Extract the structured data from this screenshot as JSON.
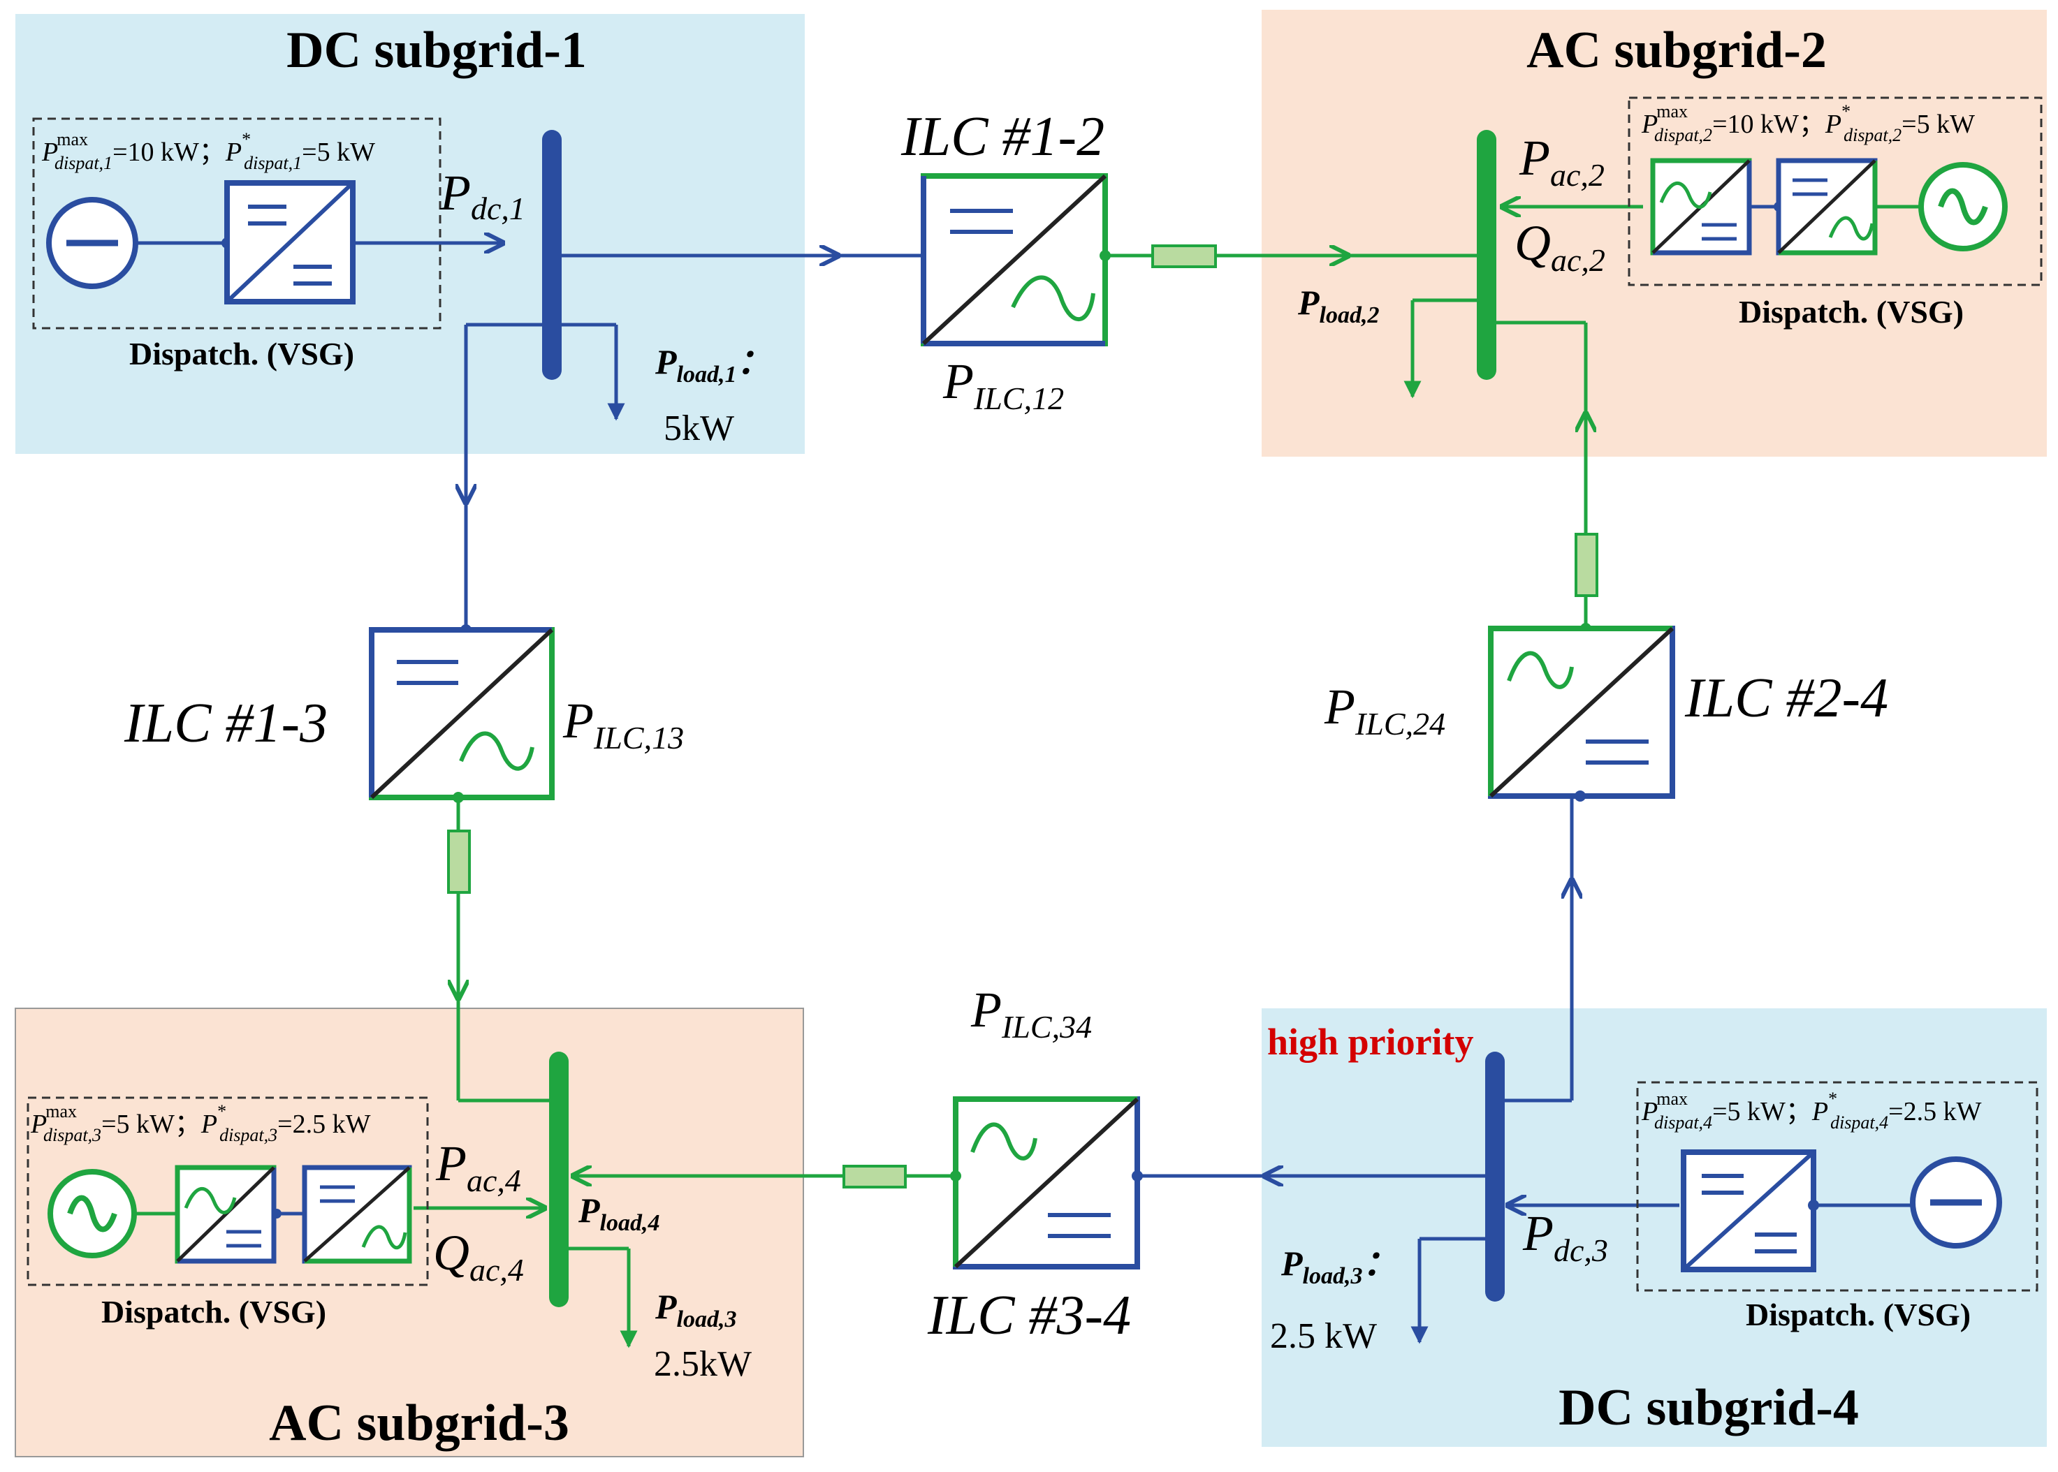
{
  "subgrids": {
    "sg1": {
      "title": "DC subgrid-1",
      "bg": "#d4ecf4"
    },
    "sg2": {
      "title": "AC subgrid-2",
      "bg": "#fbe3d3"
    },
    "sg3": {
      "title": "AC subgrid-3",
      "bg": "#fbe3d3"
    },
    "sg4": {
      "title": "DC subgrid-4",
      "bg": "#d4ecf4"
    }
  },
  "ilc": {
    "ilc12": {
      "label": "ILC #1-2",
      "p_main": "P",
      "p_sub": "ILC,12"
    },
    "ilc13": {
      "label": "ILC #1-3",
      "p_main": "P",
      "p_sub": "ILC,13"
    },
    "ilc24": {
      "label": "ILC #2-4",
      "p_main": "P",
      "p_sub": "ILC,24"
    },
    "ilc34": {
      "label": "ILC #3-4",
      "p_main": "P",
      "p_sub": "ILC,34"
    }
  },
  "dispatch": {
    "label": "Dispatch. (VSG)",
    "d1": {
      "p": "P",
      "max": "max",
      "sub": "dispat,1",
      "max_val": "=10 kW；",
      "star": "*",
      "star_val": "=5 kW"
    },
    "d2": {
      "p": "P",
      "max": "max",
      "sub": "dispat,2",
      "max_val": "=10 kW；",
      "star": "*",
      "star_val": "=5 kW"
    },
    "d3": {
      "p": "P",
      "max": "max",
      "sub": "dispat,3",
      "max_val": "=5 kW；",
      "star": "*",
      "star_val": "=2.5 kW"
    },
    "d4": {
      "p": "P",
      "max": "max",
      "sub": "dispat,4",
      "max_val": "=5 kW；",
      "star": "*",
      "star_val": "=2.5 kW"
    }
  },
  "bus_labels": {
    "pdc1": {
      "main": "P",
      "sub": "dc,1"
    },
    "pac2": {
      "main": "P",
      "sub": "ac,2"
    },
    "qac2": {
      "main": "Q",
      "sub": "ac,2"
    },
    "pac4": {
      "main": "P",
      "sub": "ac,4"
    },
    "qac4": {
      "main": "Q",
      "sub": "ac,4"
    },
    "pdc3": {
      "main": "P",
      "sub": "dc,3"
    }
  },
  "loads": {
    "l1": {
      "main": "P",
      "sub": "load,1",
      "suffix": "：",
      "value": "5kW"
    },
    "l2": {
      "main": "P",
      "sub": "load,2"
    },
    "l3": {
      "main": "P",
      "sub": "load,3",
      "value": "2.5kW"
    },
    "l4": {
      "main": "P",
      "sub": "load,4"
    },
    "l3b": {
      "main": "P",
      "sub": "load,3",
      "suffix": "：",
      "value": "2.5 kW"
    }
  },
  "priority": "high priority",
  "colors": {
    "dc": "#2a4da0",
    "ac": "#1fa540",
    "filter_fill": "#b9dba0",
    "filter_stroke": "#1fa540",
    "priority": "#d40000"
  }
}
